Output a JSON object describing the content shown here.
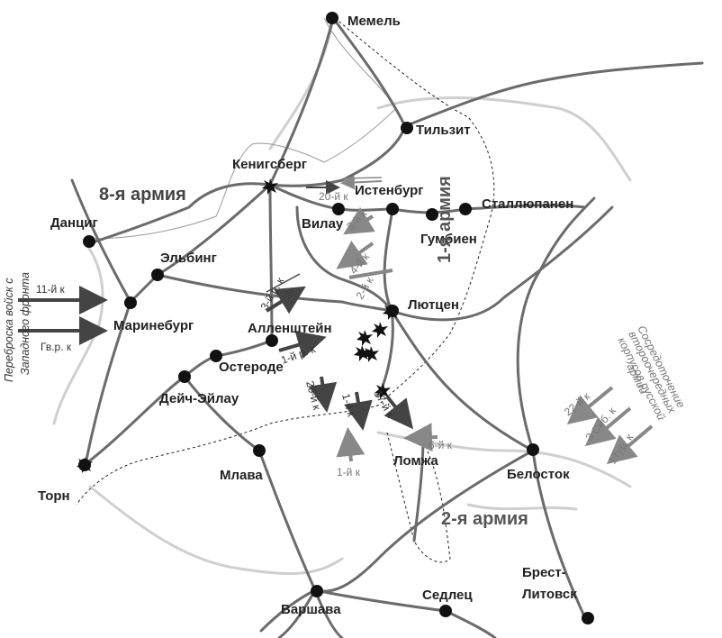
{
  "cities": {
    "memel": "Мемель",
    "tilsit": "Тильзит",
    "konigsberg": "Кенигсберг",
    "istenburg": "Истенбург",
    "vilau": "Вилау",
    "stallupenen": "Сталлюпанен",
    "gumbinen": "Гумбиен",
    "danzig": "Данциг",
    "elbing": "Эльбинг",
    "marienburg": "Маринебург",
    "allenstein": "Алленштейн",
    "osterode": "Остероде",
    "deutsch_eylau": "Дейч-Эйлау",
    "lutzen": "Лютцен",
    "mlava": "Млава",
    "lomzha": "Ломжа",
    "belostok": "Белосток",
    "thorn": "Торн",
    "warsaw": "Варшава",
    "sedlets": "Седлец",
    "brest_line1": "Брест-",
    "brest_line2": "Литовск"
  },
  "armies": {
    "army_8": "8-я армия",
    "army_1": "1-я армия",
    "army_2": "2-я армия"
  },
  "corps": {
    "k20": "20-й к",
    "k3": "3-й к",
    "k4": "4-й к",
    "k2": "2-й к",
    "k3res": "3-й р. к",
    "k1res": "1-й р. к",
    "k20b": "20-й к",
    "k1a": "1-й к",
    "k17": "17-й к",
    "k6": "6-й к",
    "k1b": "1-й к",
    "k11": "11-й к",
    "kgv": "Гв.р. к",
    "k22": "22-й к",
    "k3sib": "3 Сиб. к",
    "k1turk": "1Тур. к"
  },
  "side_notes": {
    "left_line1": "Переброска войск с",
    "left_line2": "Западного фронта",
    "right_line1": "Сосредоточение",
    "right_line2": "второочередных",
    "right_line3": "корпусов русской",
    "right_line4": "армии"
  },
  "colors": {
    "railway": "#6b6b6b",
    "river": "#cfcfcf",
    "german_arrow": "#444444",
    "russian_arrow": "#888888",
    "battle": "#111111"
  }
}
